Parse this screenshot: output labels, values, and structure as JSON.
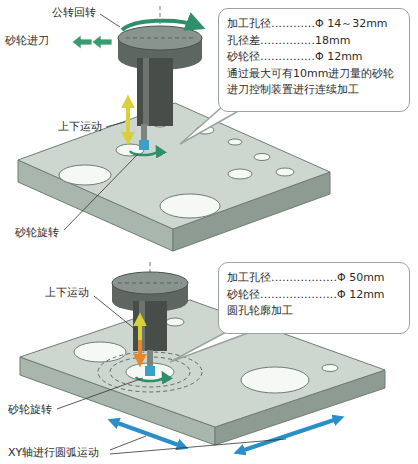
{
  "diagram": {
    "nodes": [
      {
        "text": [
          "加工孔径…………Φ 14～32mm",
          "孔径差……………18mm",
          "砂轮径……………Φ 12mm",
          "通过最大可有10mm进刀量的砂轮进刀控制装置进行连续加工"
        ]
      },
      {
        "text": [
          "加工孔径………………Φ 50mm",
          "砂轮径…………………Φ 12mm",
          "圆孔轮廓加工"
        ]
      }
    ],
    "labels": [
      "公转回转",
      "砂轮进刀",
      "上下运动",
      "砂轮旋转",
      "上下运动",
      "砂轮旋转",
      "XY轴进行圆弧运动"
    ]
  }
}
